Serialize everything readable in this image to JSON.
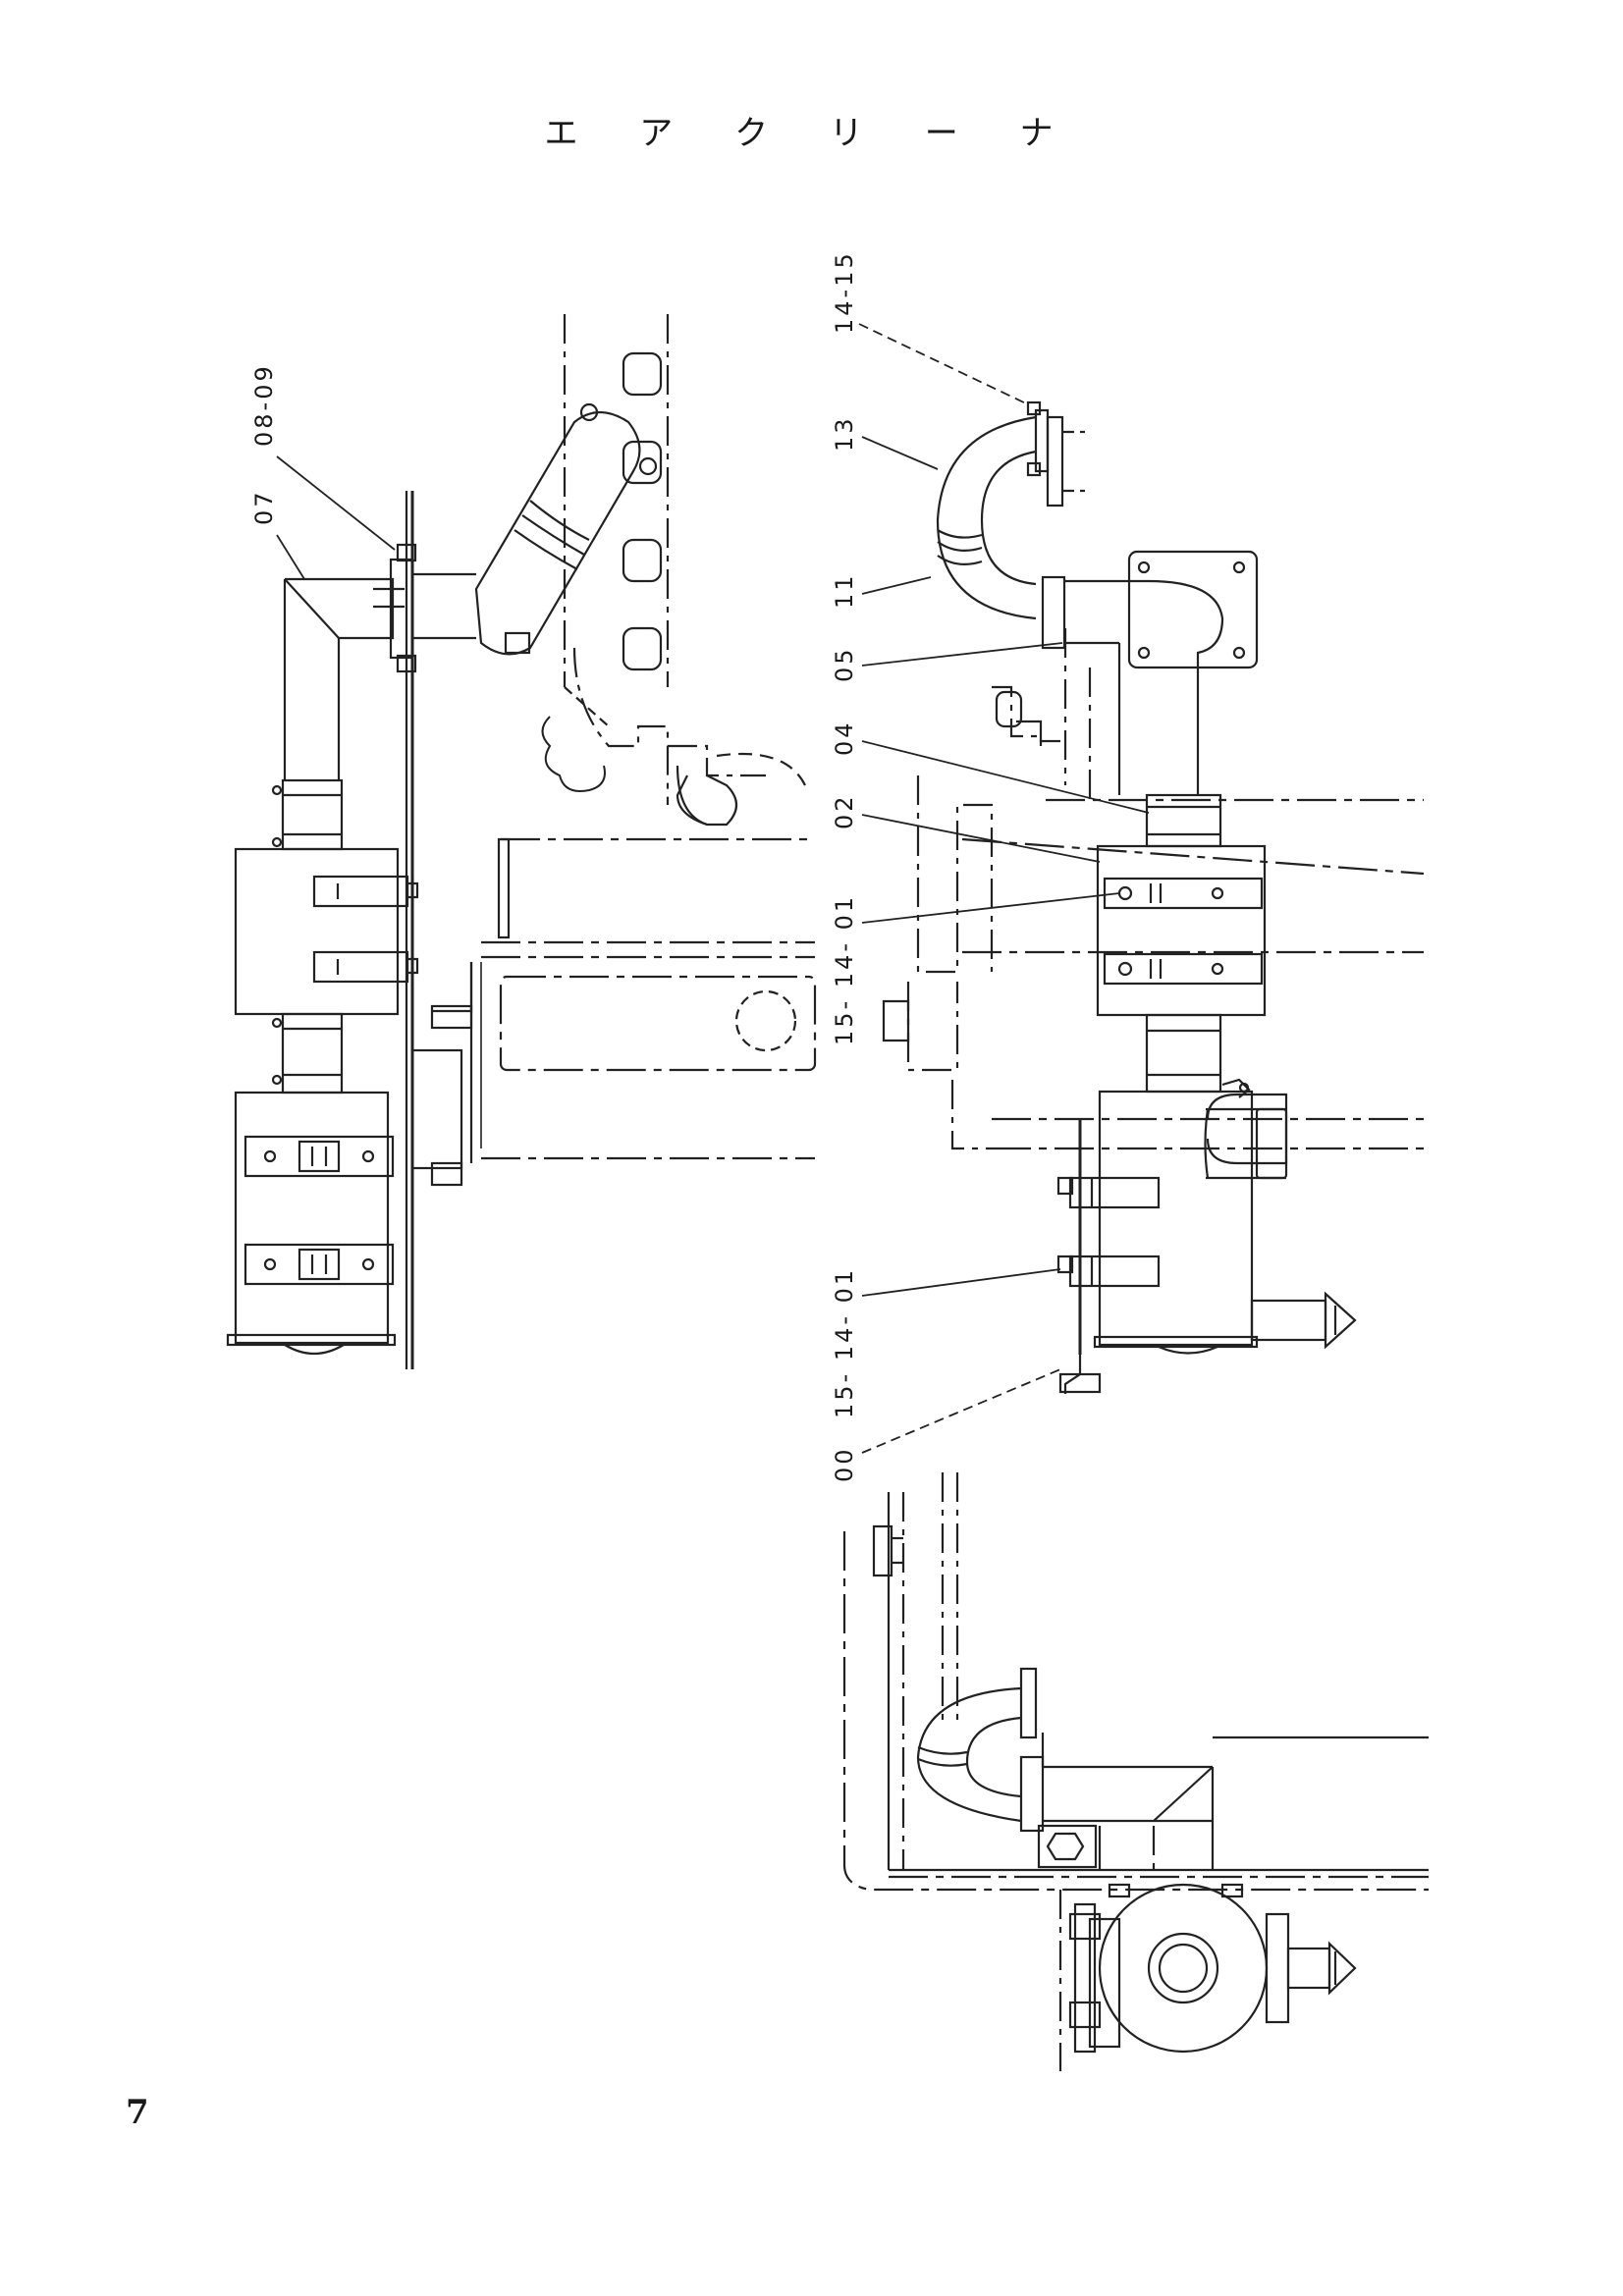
{
  "page": {
    "title": "エ ア ク リ ー ナ",
    "number": "7"
  },
  "callouts": [
    {
      "id": "c0809",
      "text": "08-09"
    },
    {
      "id": "c07",
      "text": "07"
    },
    {
      "id": "c1415",
      "text": "14-15"
    },
    {
      "id": "c13",
      "text": "13"
    },
    {
      "id": "c11",
      "text": "11"
    },
    {
      "id": "c05",
      "text": "05"
    },
    {
      "id": "c04",
      "text": "04"
    },
    {
      "id": "c02",
      "text": "02"
    },
    {
      "id": "c151401a",
      "text": "15- 14- 01"
    },
    {
      "id": "c151401b",
      "text": "15- 14- 01"
    },
    {
      "id": "c00",
      "text": "00"
    }
  ]
}
